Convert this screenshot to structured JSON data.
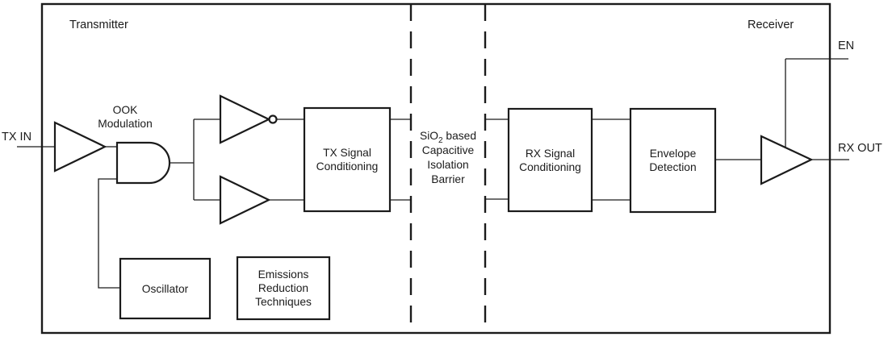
{
  "diagram": {
    "regions": {
      "transmitter": "Transmitter",
      "receiver": "Receiver"
    },
    "ports": {
      "tx_in": "TX IN",
      "en": "EN",
      "rx_out": "RX OUT"
    },
    "blocks": {
      "ook_modulation": {
        "line1": "OOK",
        "line2": "Modulation"
      },
      "tx_signal_conditioning": {
        "line1": "TX Signal",
        "line2": "Conditioning"
      },
      "rx_signal_conditioning": {
        "line1": "RX Signal",
        "line2": "Conditioning"
      },
      "envelope_detection": {
        "line1": "Envelope",
        "line2": "Detection"
      },
      "oscillator": {
        "line1": "Oscillator"
      },
      "emissions_reduction": {
        "line1": "Emissions",
        "line2": "Reduction",
        "line3": "Techniques"
      }
    },
    "barrier": {
      "line1_prefix": "SiO",
      "line1_sub": "2",
      "line1_suffix": " based",
      "line2": "Capacitive",
      "line3": "Isolation",
      "line4": "Barrier"
    },
    "colors": {
      "line": "#1b1b1b",
      "background": "#ffffff"
    }
  }
}
